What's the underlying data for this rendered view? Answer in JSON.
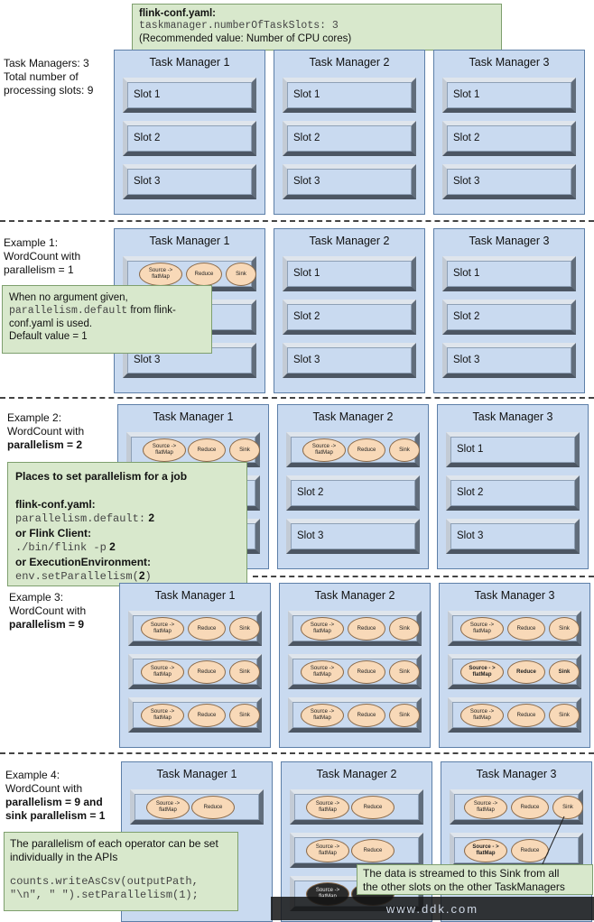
{
  "header_note": {
    "title": "flink-conf.yaml:",
    "code": "taskmanager.numberOfTaskSlots: 3",
    "hint": "(Recommended value: Number of CPU cores)"
  },
  "task_manager_titles": [
    "Task Manager 1",
    "Task Manager 2",
    "Task Manager 3"
  ],
  "slot_labels": [
    "Slot 1",
    "Slot 2",
    "Slot 3"
  ],
  "operators": {
    "source": "Source -> flatMap",
    "source_split": "Source - > flatMap",
    "reduce": "Reduce",
    "sink": "Sink"
  },
  "sections": {
    "s0": {
      "line1": "Task Managers: 3",
      "line2": "Total number of",
      "line3": "processing slots: 9"
    },
    "s1": {
      "line1": "Example 1:",
      "line2": "WordCount with",
      "line3": "parallelism = 1"
    },
    "s2": {
      "line1": "Example 2:",
      "line2": "WordCount with",
      "line3": "parallelism = 2"
    },
    "s3": {
      "line1": "Example 3:",
      "line2": "WordCount with",
      "line3": "parallelism = 9"
    },
    "s4": {
      "line1": "Example 4:",
      "line2": "WordCount with",
      "line3": "parallelism = 9 and",
      "line4": "sink parallelism = 1"
    }
  },
  "note_ex1": {
    "line1": "When no argument given,",
    "code": "parallelism.default",
    "line2_rest": " from flink-",
    "line3": "conf.yaml is used.",
    "line4": "Default value = 1"
  },
  "note_ex2": {
    "title": "Places to set parallelism for a job",
    "h1": "flink-conf.yaml:",
    "c1": "parallelism.default:",
    "v1": "2",
    "h2": "or Flink Client:",
    "c2": "./bin/flink -p",
    "v2": "2",
    "h3": "or ExecutionEnvironment:",
    "c3a": "env.setParallelism(",
    "v3": "2",
    "c3b": ")"
  },
  "note_ex4": {
    "line1": "The parallelism of each operator can be set",
    "line2": "individually in the APIs",
    "code1": "counts.writeAsCsv(outputPath,",
    "code2": "\"\\n\", \" \").setParallelism(1);"
  },
  "note_sink": {
    "line1": "The data is streamed to this Sink from all",
    "line2": "the other slots on the other TaskManagers"
  },
  "watermark": "www.ddk.com"
}
